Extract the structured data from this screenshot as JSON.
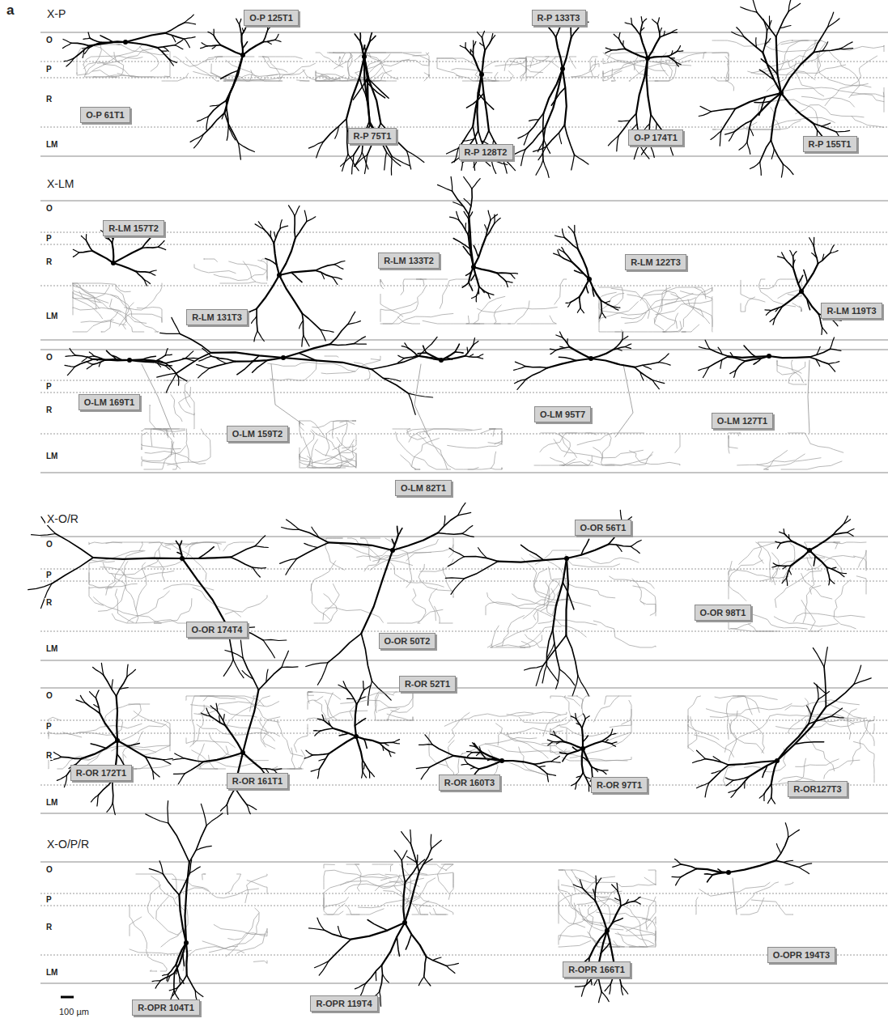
{
  "diagram": {
    "nodes": [
      {
        "text": [
          "O-P 61T1"
        ]
      },
      {
        "text": [
          "O-P 125T1"
        ]
      },
      {
        "text": [
          "R-P 75T1"
        ]
      },
      {
        "text": [
          "R-P 128T2"
        ]
      },
      {
        "text": [
          "R-P 133T3"
        ]
      },
      {
        "text": [
          "O-P 174T1"
        ]
      },
      {
        "text": [
          "R-P 155T1"
        ]
      },
      {
        "text": [
          "R-LM 157T2"
        ]
      },
      {
        "text": [
          "R-LM 131T3"
        ]
      },
      {
        "text": [
          "R-LM 133T2"
        ]
      },
      {
        "text": [
          "R-LM 122T3"
        ]
      },
      {
        "text": [
          "R-LM 119T3"
        ]
      },
      {
        "text": [
          "O-LM 169T1"
        ]
      },
      {
        "text": [
          "O-LM 159T2"
        ]
      },
      {
        "text": [
          "O-LM 82T1"
        ]
      },
      {
        "text": [
          "O-LM 95T7"
        ]
      },
      {
        "text": [
          "O-LM 127T1"
        ]
      },
      {
        "text": [
          "O-OR 174T4"
        ]
      },
      {
        "text": [
          "O-OR 50T2"
        ]
      },
      {
        "text": [
          "O-OR 56T1"
        ]
      },
      {
        "text": [
          "O-OR 98T1"
        ]
      },
      {
        "text": [
          "R-OR 172T1"
        ]
      },
      {
        "text": [
          "R-OR 161T1"
        ]
      },
      {
        "text": [
          "R-OR 52T1"
        ]
      },
      {
        "text": [
          "R-OR 160T3"
        ]
      },
      {
        "text": [
          "R-OR 97T1"
        ]
      },
      {
        "text": [
          "R-OR127T3"
        ]
      },
      {
        "text": [
          "R-OPR 104T1"
        ]
      },
      {
        "text": [
          "R-OPR 119T4"
        ]
      },
      {
        "text": [
          "R-OPR 166T1"
        ]
      },
      {
        "text": [
          "O-OPR 194T3"
        ]
      }
    ],
    "labels": [
      "a",
      "X-P",
      "O",
      "P",
      "R",
      "LM",
      "X-LM",
      "O",
      "P",
      "R",
      "LM",
      "O",
      "P",
      "R",
      "LM",
      "X-O/R",
      "O",
      "P",
      "R",
      "LM",
      "O",
      "P",
      "R",
      "LM",
      "X-O/P/R",
      "O",
      "P",
      "R",
      "LM",
      "100 µm"
    ]
  }
}
